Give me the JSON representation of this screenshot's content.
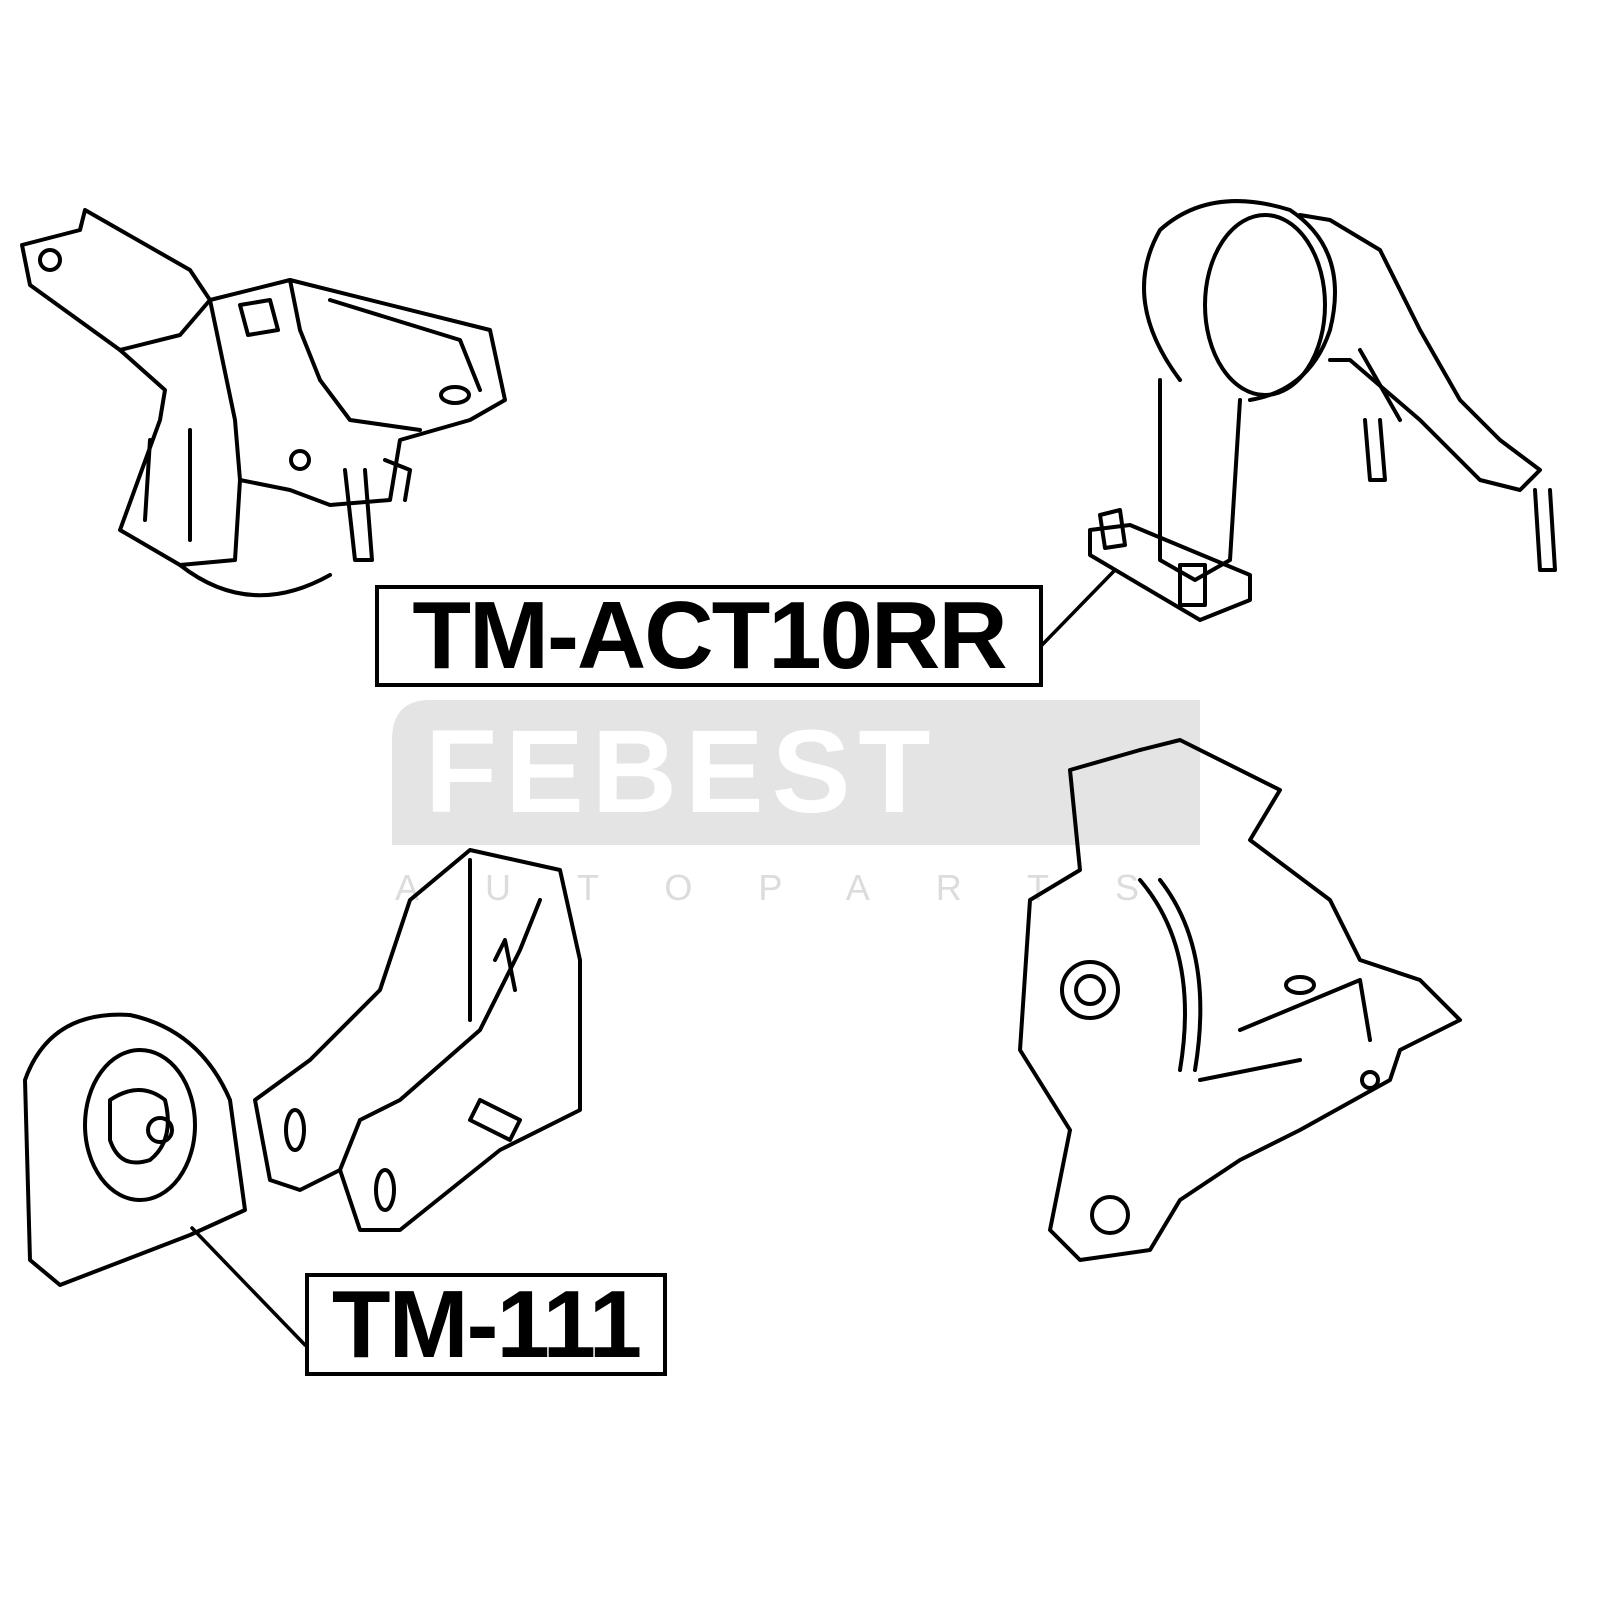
{
  "labels": {
    "part_1": "TM-ACT10RR",
    "part_2": "TM-111"
  },
  "watermark": {
    "brand": "FEBEST",
    "tagline": "A U T O   P A R T S"
  },
  "colors": {
    "line": "#000000",
    "watermark_bg": "#e4e4e4",
    "watermark_text": "#ffffff",
    "tagline": "#dcdcdc"
  }
}
